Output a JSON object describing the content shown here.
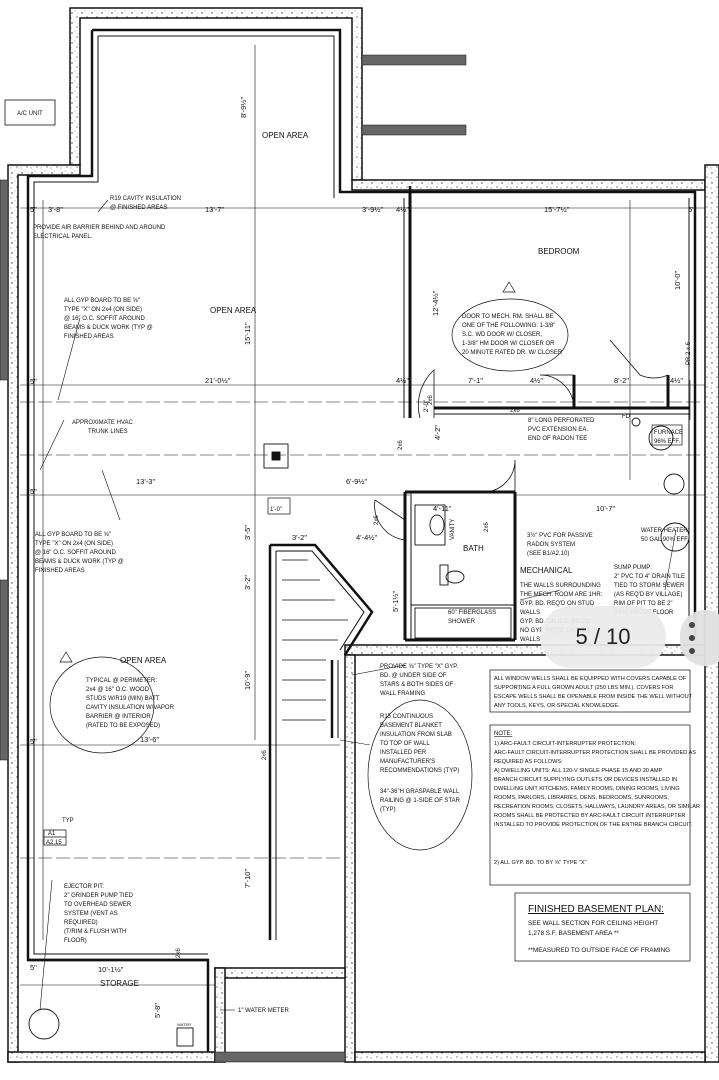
{
  "plan": {
    "title": "FINISHED BASEMENT PLAN:",
    "title_notes": [
      "SEE WALL SECTION FOR CEILING HEIGHT",
      "1,278 S.F. BASEMENT AREA **",
      "**MEASURED TO OUTSIDE FACE OF FRAMING"
    ]
  },
  "rooms": {
    "open_area_top": "OPEN AREA",
    "open_area_main": "OPEN AREA",
    "open_area_lower": "OPEN AREA",
    "bedroom": "BEDROOM",
    "mechanical": "MECHANICAL",
    "bath": "BATH",
    "storage": "STORAGE",
    "ac_unit": "A/C UNIT"
  },
  "dimensions": {
    "d_8_9": "8'-9½\"",
    "d_3_8": "3'-8\"",
    "d_13_7": "13'-7\"",
    "d_3_9": "3'-9½\"",
    "d_4_top": "4½\"",
    "d_15_7": "15'-7½\"",
    "d_5_tl": "5\"",
    "d_5_tr": "5\"",
    "d_12_4": "12'-4½\"",
    "d_10_0": "10'-0\"",
    "d_15_11": "15'-11\"",
    "d_21_0": "21'-0½\"",
    "d_7_1": "7'-1\"",
    "d_8_2": "8'-2\"",
    "d_4_mid1": "4½\"",
    "d_4_mid2": "4½\"",
    "d_4_mid3": "4½\"",
    "d_2_0": "2'-0\"",
    "d_2_6_ml": "2'-6\"",
    "d_4_2": "4'-2\"",
    "d_13_3": "13'-3\"",
    "d_1_0": "1'-0\"",
    "d_6_9": "6'-9½\"",
    "d_4_4": "4'-4½\"",
    "d_4_11": "4'-11\"",
    "d_10_7": "10'-7\"",
    "d_3_5": "3'-5\"",
    "d_3_2a": "3'-2\"",
    "d_3_2b": "3'-2\"",
    "d_5_1": "5'-1½\"",
    "d_10_9": "10'-9\"",
    "d_13_6": "13'-6\"",
    "d_7_10": "7'-10\"",
    "d_10_1": "10'-1½\"",
    "d_5_bl": "5'-8\"",
    "d_typ": "TYP",
    "d_ref": "A1",
    "d_ref2": "A2.15",
    "d_5_left1": "5\"",
    "d_5_left2": "5\"",
    "d_5_left3": "5\"",
    "d_5_left4": "5\""
  },
  "notes": {
    "r19": [
      "R19 CAVITY INSULATION",
      "@ FINISHED AREAS"
    ],
    "air_barrier": [
      "PROVIDE AIR BARRIER BEHIND AND AROUND",
      "ELECTRICAL PANEL."
    ],
    "gyp_top": [
      "ALL GYP BOARD TO BE ⅝\"",
      "TYPE \"X\" ON 2x4 (ON SIDE)",
      "@ 16\" O.C. SOFFIT AROUND",
      "BEAMS & DUCK WORK (TYP @",
      "FINISHED AREAS"
    ],
    "door_mech": [
      "DOOR TO MECH. RM. SHALL BE",
      "ONE OF THE FOLLOWING: 1-3/8\"",
      "S.C. WD DOOR W/ CLOSER,",
      "1-3/8\" HM DOOR W/ CLOSER OR",
      "20 MINUTE RATED DR. W/ CLOSER"
    ],
    "hvac": [
      "APPROXIMATE HVAC",
      "TRUNK LINES"
    ],
    "radon": [
      "8\" LONG PERFORATED",
      "PVC EXTENSION EA.",
      "END OF RADON TEE"
    ],
    "passive": [
      "3½\" PVC FOR PASSIVE",
      "RADON SYSTEM",
      "(SEE B1/A2.10)"
    ],
    "furnace": [
      "FURNACE",
      "96% EFF."
    ],
    "fd": "FD",
    "water_heater": [
      "WATER HEATER:",
      "50 GAL 90% EFF."
    ],
    "sump": [
      "SUMP PUMP:",
      "2\" PVC TO 4\" DRAIN TILE",
      "TIED TO STORM SEWER",
      "(AS REQ'D BY VILLAGE)",
      "RIM OF PIT TO BE 2\"",
      "(MIN) ABOVE FLOOR"
    ],
    "gyp_mid": [
      "ALL GYP BOARD TO BE ⅝\"",
      "TYPE \"X\" ON 2x4 (ON SIDE)",
      "@ 16\" O.C. SOFFIT AROUND",
      "BEAMS & DUCK WORK (TYP @",
      "FINISHED AREAS"
    ],
    "mech_walls": [
      "THE WALLS SURROUNDING",
      "THE MECH. ROOM ARE 1HR:",
      "GYP. BD. REQ'D ON STUD",
      "WALLS",
      "GYP. BD. ON O.C. REQ'D",
      "NO GYP. REQ'D ON FDN.",
      "WALLS"
    ],
    "shower": [
      "60\" FIBERGLASS",
      "SHOWER"
    ],
    "vanity": "VANITY",
    "perimeter": [
      "TYPICAL @ PERIMETER:",
      "2x4 @ 16\" O.C. WOOD",
      "STUDS W/R19 (MIN) BATT",
      "CAVITY INSULATION W/VAPOR",
      "BARRIER @ INTERIOR",
      "(RATED TO BE EXPOSED)"
    ],
    "stair_gyp": [
      "PROVIDE ⅝\" TYPE \"X\" GYP.",
      "BD. @ UNDER SIDE OF",
      "STARS & BOTH SIDES OF",
      "WALL FRAMING"
    ],
    "r15": [
      "R15 CONTINUOUS",
      "BASEMENT BLANKET",
      "INSULATION FROM SLAB",
      "TO TOP OF WALL",
      "INSTALLED PER",
      "MANUFACTURER'S",
      "RECOMMENDATIONS (TYP)"
    ],
    "rail": [
      "34\"-36\"H GRASPABLE WALL",
      "RAILING @ 1-SIDE OF STAR",
      "(TYP)"
    ],
    "ejector": [
      "EJECTOR PIT:",
      "2\" GRINDER PUMP TIED",
      "TO OVERHEAD SEWER",
      "SYSTEM (VENT AS",
      "REQUIRED)",
      "(T/RIM & FLUSH WITH",
      "FLOOR)"
    ],
    "water_meter": "1\" WATER METER",
    "meter_tag": "WATER",
    "wells": [
      "ALL WINDOW WELLS SHALL BE EQUIPPED WITH COVERS CAPABLE OF",
      "SUPPORTING A FULL GROWN ADULT (250 LBS MIN.). COVERS FOR",
      "ESCAPE WELLS SHALL BE OPENABLE FROM INSIDE THE WELL WITHOUT",
      "ANY TOOLS, KEYS, OR SPECIAL KNOWLEDGE."
    ],
    "note_head": "NOTE:",
    "note_body": [
      "1) ARC-FAULT CIRCUIT-INTERRUPTER PROTECTION:",
      "ARC-FAULT CIRCUIT-INTERRUPTER PROTECTION SHALL BE PROVIDED AS",
      "REQUIRED AS FOLLOWS:",
      "A) DWELLING UNITS: ALL 120-V SINGLE PHASE 15 AND 20 AMP",
      "BRANCH CIRCUIT SUPPLYING OUTLETS OR DEVICES INSTALLED IN",
      "DWELLING UNIT KITCHENS, FAMILY ROOMS, DINING ROOMS, LIVING",
      "ROOMS, PARLORS, LIBRARIES, DENS, BEDROOMS, SUNROOMS,",
      "RECREATION ROOMS, CLOSETS, HALLWAYS, LAUNDRY AREAS, OR SIMILAR",
      "ROOMS SHALL BE PROTECTED BY ARC-FAULT CIRCUIT INTERRUPTER",
      "INSTALLED TO PROVIDE PROTECTION OF THE ENTIRE BRANCH CIRCUIT.",
      "",
      "2) ALL GYP. BD. TO BY ⅝\" TYPE \"X\""
    ],
    "framing_tags": [
      "2x6",
      "2x6",
      "2x6",
      "2x6",
      "2x6",
      "2x6",
      "2x6"
    ],
    "beam_tag": "PR 2 x 6"
  },
  "viewer": {
    "page_indicator": "5 / 10",
    "more_icon": "ellipsis-vertical-icon"
  },
  "colors": {
    "ink": "#111111",
    "paper": "#ffffff",
    "badge": "#ebebeb"
  }
}
